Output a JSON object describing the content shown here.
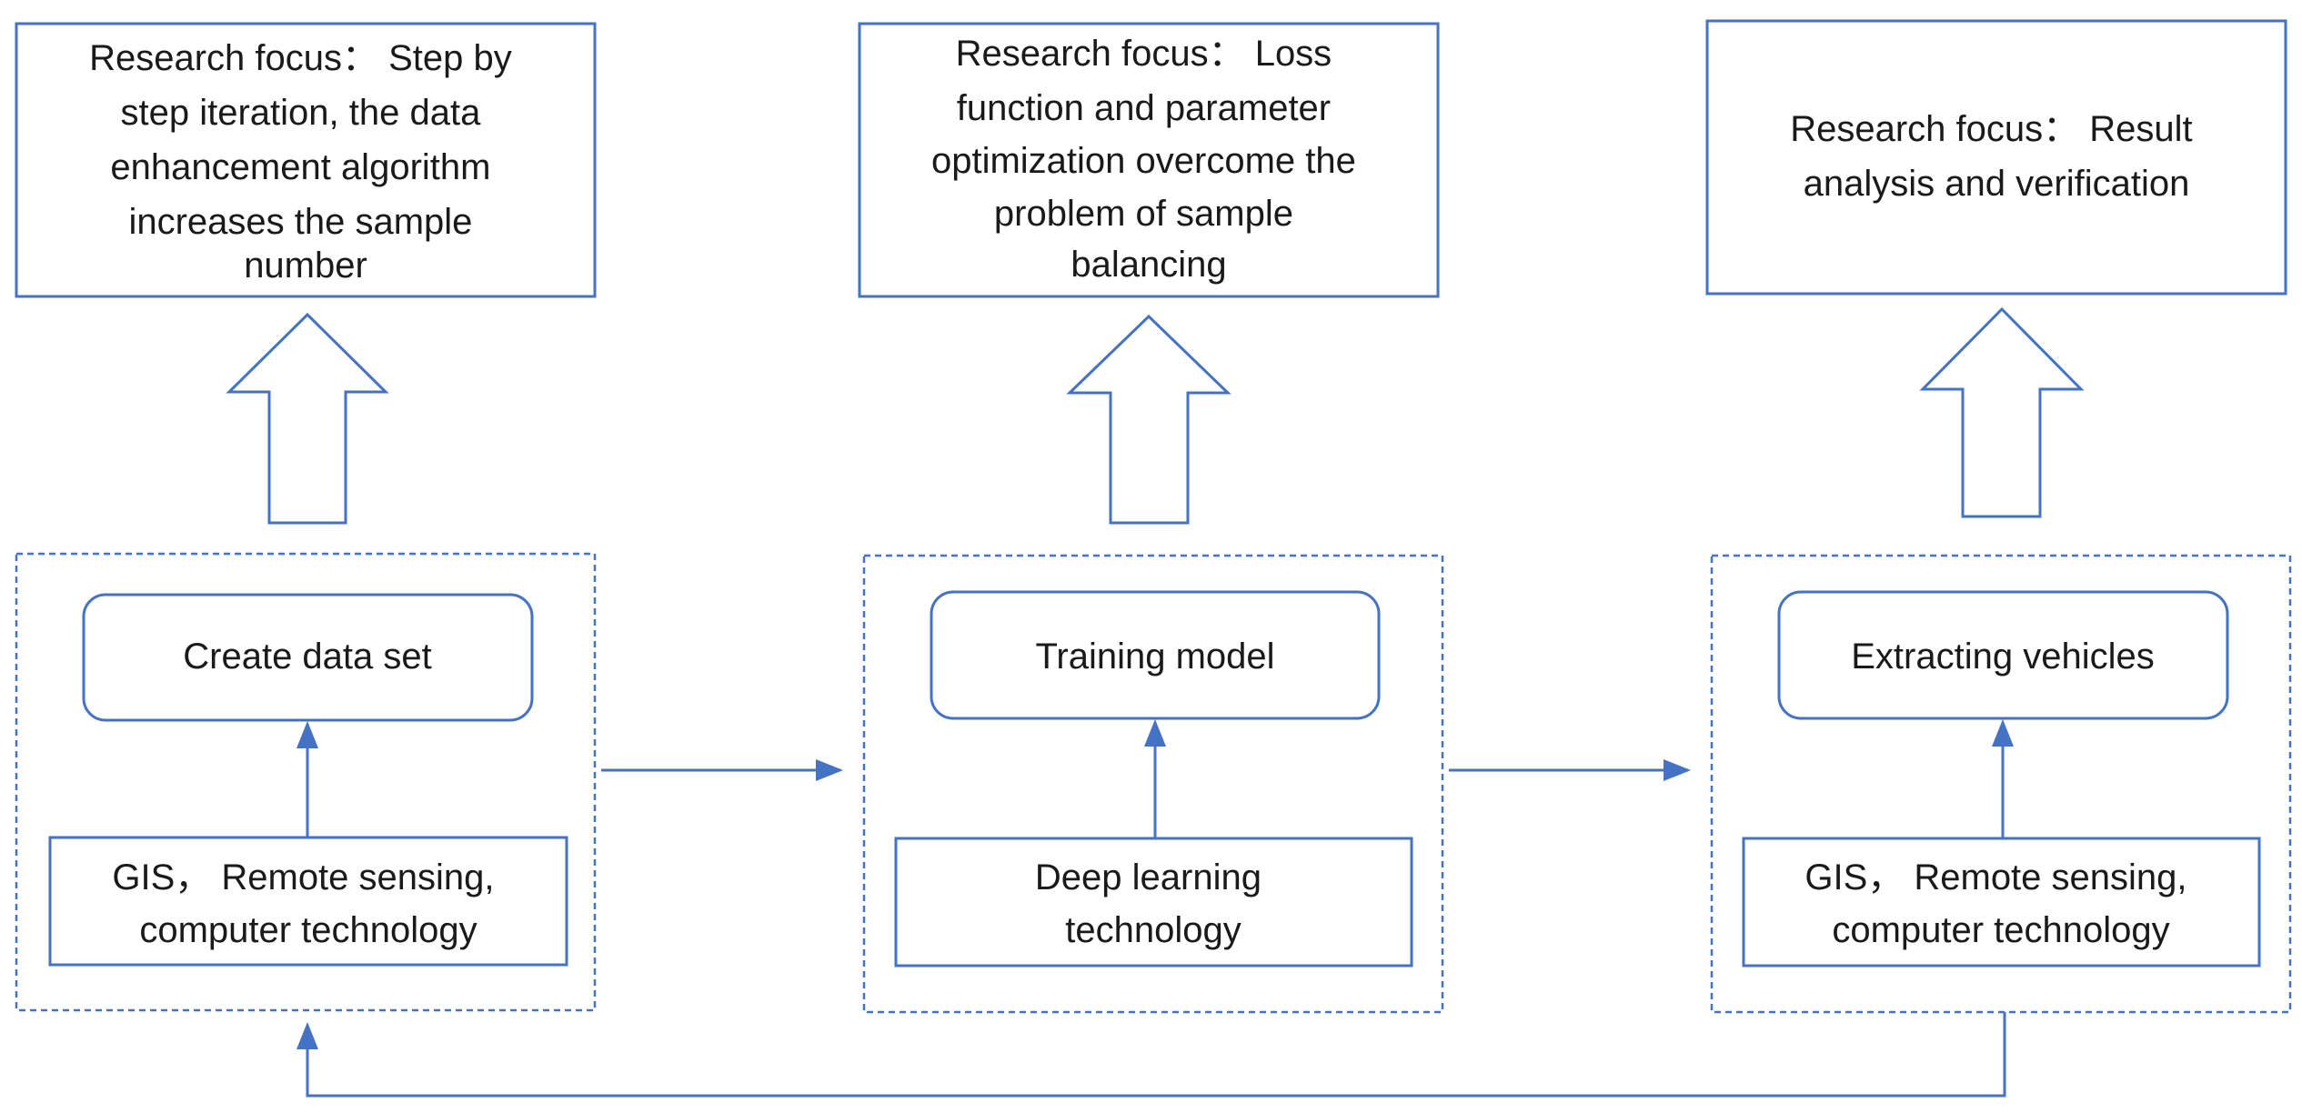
{
  "colors": {
    "stroke": "#4472c4",
    "text": "#1a1a1a",
    "background": "#ffffff"
  },
  "focus_boxes": [
    {
      "id": "focus-1",
      "lines": [
        "Research focus： Step by",
        "step iteration, the data",
        "enhancement algorithm",
        "increases the sample",
        "number"
      ]
    },
    {
      "id": "focus-2",
      "lines": [
        "Research focus： Loss",
        "function and parameter",
        "optimization overcome the",
        "problem of sample",
        "balancing"
      ]
    },
    {
      "id": "focus-3",
      "lines": [
        "Research focus：  Result",
        "analysis and verification"
      ]
    }
  ],
  "stages": [
    {
      "id": "stage-1",
      "process": "Create data set",
      "technology_lines": [
        "GIS， Remote sensing,",
        "computer technology"
      ]
    },
    {
      "id": "stage-2",
      "process": "Training model",
      "technology_lines": [
        "Deep learning",
        "technology"
      ]
    },
    {
      "id": "stage-3",
      "process": "Extracting vehicles",
      "technology_lines": [
        "GIS， Remote sensing,",
        "computer technology"
      ]
    }
  ]
}
